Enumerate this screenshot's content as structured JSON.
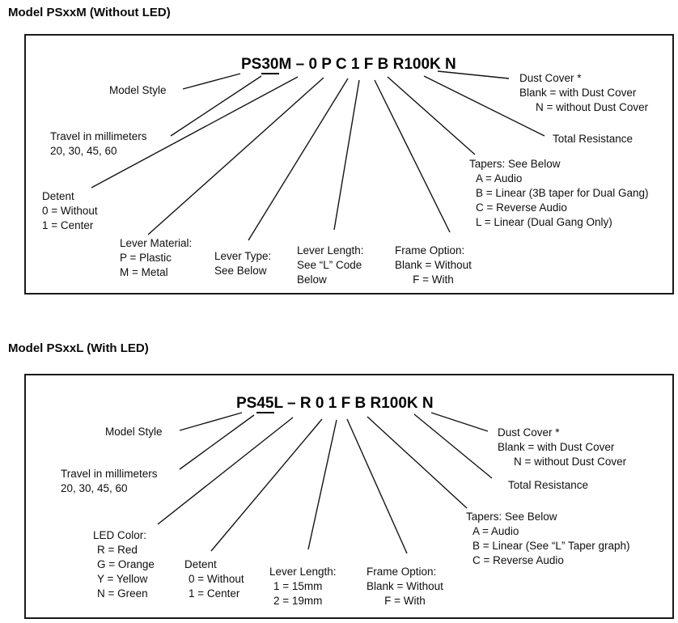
{
  "colors": {
    "ink": "#0f0f0f",
    "background": "#ffffff"
  },
  "section1": {
    "heading": "Model PSxxM (Without LED)",
    "part_number": {
      "prefix": "PS",
      "travel_code": "30",
      "suffix": "M – 0 P C 1 F B R100K N"
    },
    "labels": {
      "model_style": "Model Style",
      "travel": [
        "Travel in millimeters",
        "20, 30, 45, 60"
      ],
      "detent": [
        "Detent",
        "0 = Without",
        "1 = Center"
      ],
      "lever_material": [
        "Lever Material:",
        "P = Plastic",
        "M = Metal"
      ],
      "lever_type": [
        "Lever Type:",
        "See Below"
      ],
      "lever_length": [
        "Lever Length:",
        "See “L” Code",
        "Below"
      ],
      "frame_option": [
        "Frame Option:",
        "Blank = Without",
        "F = With"
      ],
      "tapers": [
        "Tapers: See Below",
        "A = Audio",
        "B = Linear (3B taper for Dual Gang)",
        "C = Reverse Audio",
        "L = Linear (Dual Gang Only)"
      ],
      "total_resistance": "Total Resistance",
      "dust_cover": [
        "Dust Cover *",
        "Blank = with Dust Cover",
        "N = without Dust Cover"
      ]
    }
  },
  "section2": {
    "heading": "Model PSxxL (With LED)",
    "part_number": {
      "prefix": "PS",
      "travel_code": "45",
      "suffix": "L – R 0 1 F B R100K N"
    },
    "labels": {
      "model_style": "Model Style",
      "travel": [
        "Travel in millimeters",
        "20, 30, 45, 60"
      ],
      "led_color": [
        "LED Color:",
        "R = Red",
        "G = Orange",
        "Y = Yellow",
        "N = Green"
      ],
      "detent": [
        "Detent",
        "0 = Without",
        "1 = Center"
      ],
      "lever_length": [
        "Lever Length:",
        "1 = 15mm",
        "2 = 19mm"
      ],
      "frame_option": [
        "Frame Option:",
        "Blank = Without",
        "F = With"
      ],
      "tapers": [
        "Tapers: See Below",
        "A = Audio",
        "B = Linear (See “L” Taper graph)",
        "C = Reverse Audio"
      ],
      "total_resistance": "Total Resistance",
      "dust_cover": [
        "Dust Cover *",
        "Blank = with Dust Cover",
        "N = without Dust Cover"
      ]
    }
  }
}
